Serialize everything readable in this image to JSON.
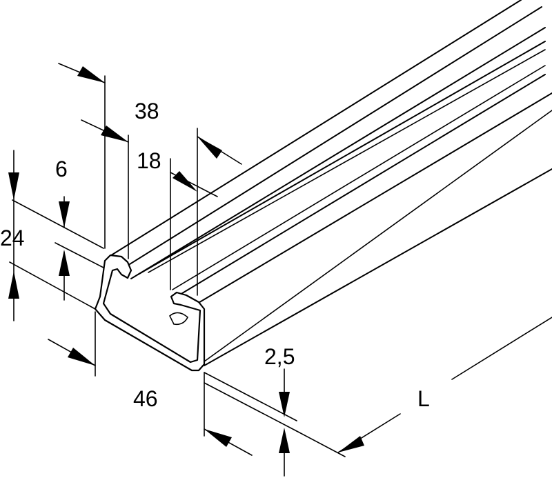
{
  "dimensions": {
    "width_38": "38",
    "slot_18": "18",
    "lip_6": "6",
    "height_24": "24",
    "base_46": "46",
    "thickness_2_5": "2,5",
    "length": "L"
  },
  "colors": {
    "line": "#000000",
    "background": "#ffffff"
  }
}
